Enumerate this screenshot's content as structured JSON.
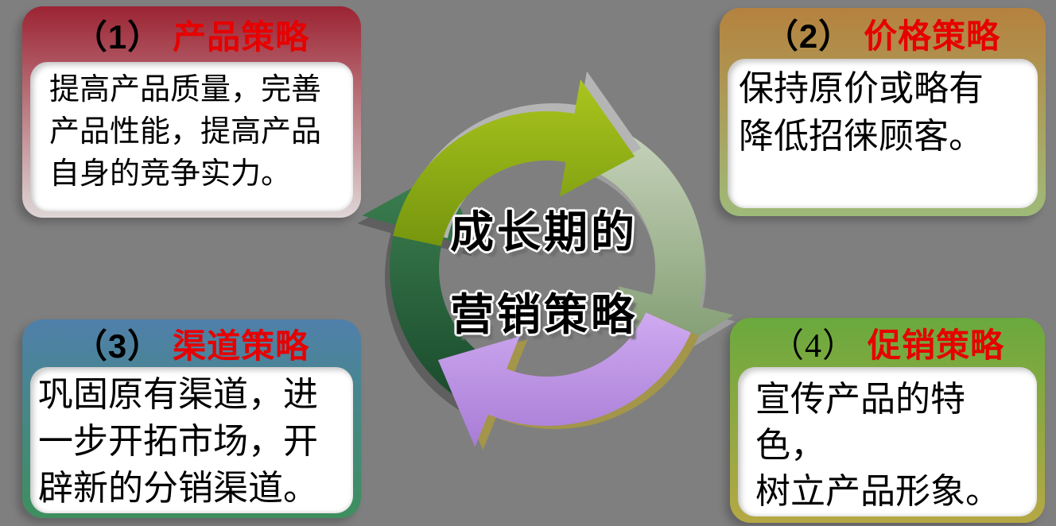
{
  "slide": {
    "background": "#7f7f7f"
  },
  "center": {
    "title_line1": "成长期的",
    "title_line2": "营销策略",
    "text_color": "#000000",
    "outline_color": "#ffffff",
    "arrows": [
      {
        "name": "top-arrow",
        "color_light": "#aac51e",
        "color_dark": "#76960e",
        "side_color": "#b5b5b5"
      },
      {
        "name": "right-arrow",
        "color_light": "#c8d4bc",
        "color_dark": "#7d996d",
        "side_color": "#9d9d9d"
      },
      {
        "name": "bottom-arrow",
        "color_light": "#cfaaf0",
        "color_dark": "#a87cd6",
        "side_color": "#a3954a"
      },
      {
        "name": "left-arrow",
        "color_light": "#3d8152",
        "color_dark": "#19492b",
        "side_color": "#5f5f5f"
      }
    ]
  },
  "boxes": [
    {
      "prefix": "（1）",
      "title": "产品策略",
      "title_color": "#e60000",
      "number_color": "#000000",
      "body": "提高产品质量，完善\n产品性能，提高产品\n自身的竞争实力。",
      "header_gradient_top": "#9c2433",
      "header_gradient_bottom": "#ded6d6"
    },
    {
      "prefix": "（2）",
      "title": "价格策略",
      "title_color": "#e60000",
      "number_color": "#000000",
      "body": "保持原价或略有\n降低招徕顾客。",
      "header_gradient_top": "#b5823e",
      "header_gradient_bottom": "#9fba79"
    },
    {
      "prefix": "（3）",
      "title": "渠道策略",
      "title_color": "#e60000",
      "number_color": "#000000",
      "body": "巩固原有渠道，进\n一步开拓市场，开\n辟新的分销渠道。",
      "header_gradient_top": "#4f80aa",
      "header_gradient_bottom": "#3d8f5e"
    },
    {
      "prefix": "（4）",
      "title": "促销策略",
      "title_color": "#e60000",
      "number_color": "#000000",
      "body": "宣传产品的特色，\n树立产品形象。",
      "header_gradient_top": "#6aa93e",
      "header_gradient_bottom": "#b5a844"
    }
  ]
}
